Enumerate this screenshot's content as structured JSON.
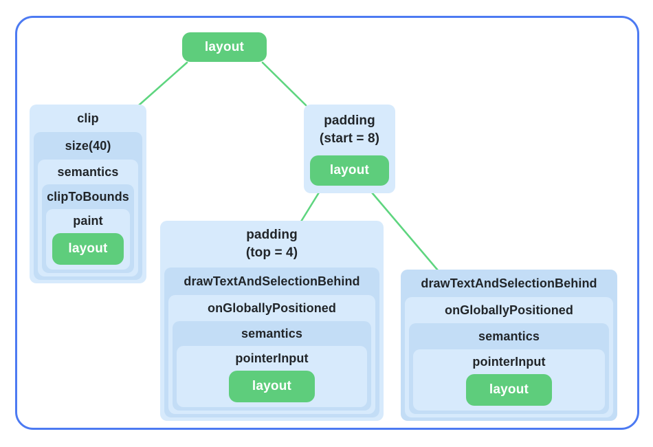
{
  "colors": {
    "frame_border": "#4c7af2",
    "node_green": "#5ecd7c",
    "edge_green": "#5ed57f",
    "box_light_blue": "#d7eafc",
    "box_dark_blue": "#c3ddf6",
    "label_text": "#212529",
    "leaf_label_text": "#ffffff"
  },
  "diagram": {
    "root": {
      "label": "layout"
    },
    "clip_chain": {
      "levels": [
        "clip",
        "size(40)",
        "semantics",
        "clipToBounds",
        "paint"
      ],
      "leaf_label": "layout"
    },
    "padding_start_chain": {
      "title_line1": "padding",
      "title_line2": "(start = 8)",
      "leaf_label": "layout"
    },
    "padding_top_chain": {
      "title_line1": "padding",
      "title_line2": "(top = 4)",
      "levels": [
        "drawTextAndSelectionBehind",
        "onGloballyPositioned",
        "semantics",
        "pointerInput"
      ],
      "leaf_label": "layout"
    },
    "draw_text_chain": {
      "levels": [
        "drawTextAndSelectionBehind",
        "onGloballyPositioned",
        "semantics",
        "pointerInput"
      ],
      "leaf_label": "layout"
    }
  }
}
